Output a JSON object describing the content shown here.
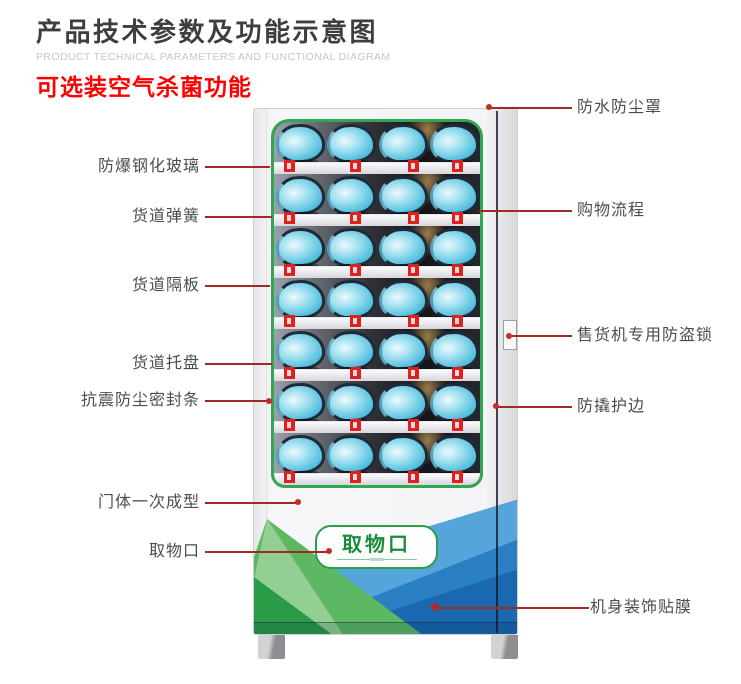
{
  "header": {
    "title": "产品技术参数及功能示意图",
    "subtitle": "PRODUCT TECHNICAL PARAMETERS AND FUNCTIONAL DIAGRAM",
    "note": "可选装空气杀菌功能"
  },
  "machine": {
    "pickup_label": "取物口",
    "rows": 7,
    "masks_per_row": 4,
    "tags_per_row": 4
  },
  "labels": {
    "left": [
      {
        "text": "防爆钢化玻璃"
      },
      {
        "text": "货道弹簧"
      },
      {
        "text": "货道隔板"
      },
      {
        "text": "货道托盘"
      },
      {
        "text": "抗震防尘密封条"
      },
      {
        "text": "门体一次成型"
      },
      {
        "text": "取物口"
      }
    ],
    "right": [
      {
        "text": "防水防尘罩"
      },
      {
        "text": "购物流程"
      },
      {
        "text": "售货机专用防盗锁"
      },
      {
        "text": "防撬护边"
      },
      {
        "text": "机身装饰贴膜"
      }
    ]
  },
  "colors": {
    "note_red": "#fe0000",
    "leader_line": "#a12a22",
    "leader_dot": "#c62b24",
    "window_green": "#2fa84f",
    "pickup_green": "#1c8c3c",
    "band_blue_light": "#55a4da",
    "band_blue_mid": "#2b80c4",
    "band_blue_dark": "#1a68af",
    "tri_green": "#5cb863",
    "tag_red": "#e01f1f"
  }
}
